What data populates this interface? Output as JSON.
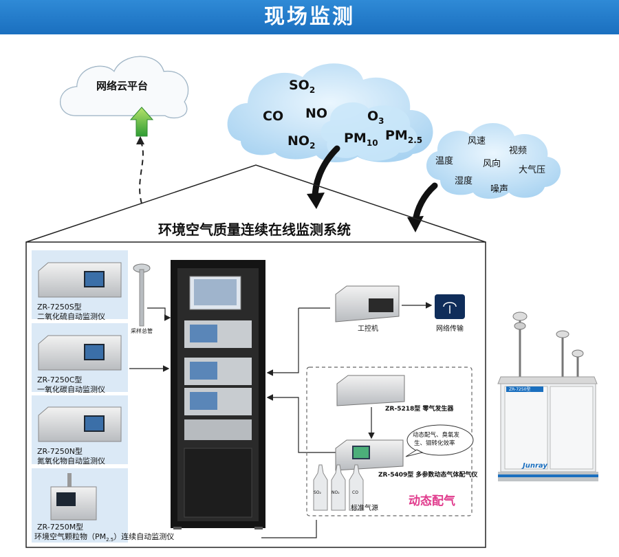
{
  "header": {
    "title": "现场监测"
  },
  "cloud_platform": {
    "label": "网络云平台"
  },
  "pollutant_cloud": {
    "so2": {
      "base": "SO",
      "sub": "2"
    },
    "co": {
      "base": "CO"
    },
    "no": {
      "base": "NO"
    },
    "o3": {
      "base": "O",
      "sub": "3"
    },
    "no2": {
      "base": "NO",
      "sub": "2"
    },
    "pm10": {
      "base": "PM",
      "sub": "10"
    },
    "pm25": {
      "base": "PM",
      "sub": "2.5"
    }
  },
  "weather_cloud": {
    "items": [
      "风速",
      "视频",
      "温度",
      "风向",
      "大气压",
      "湿度",
      "噪声"
    ]
  },
  "system_title": "环境空气质量连续在线监测系统",
  "analyzers": [
    {
      "model": "ZR-7250S型",
      "name": "二氧化硫自动监测仪"
    },
    {
      "model": "ZR-7250C型",
      "name": "一氧化碳自动监测仪"
    },
    {
      "model": "ZR-7250N型",
      "name": "氮氧化物自动监测仪"
    },
    {
      "model": "ZR-7250M型",
      "name_prefix": "环境空气颗粒物（PM",
      "name_sub": "2.5",
      "name_suffix": "）连续自动监测仪"
    }
  ],
  "sampling": {
    "label": "采样总管"
  },
  "ipc": {
    "label": "工控机"
  },
  "network": {
    "label": "网络传输"
  },
  "zero_gas": {
    "label": "ZR-5218型 零气发生器"
  },
  "calibrator": {
    "label": "ZR-5409型 多参数动态气体配气仪",
    "bubble": [
      "动态配气、臭氧发",
      "生、钼转化效率"
    ]
  },
  "std_gas": {
    "label": "标准气源",
    "bottles": [
      "SO₂",
      "NO₂",
      "CO"
    ]
  },
  "dynamic": {
    "label": "动态配气"
  },
  "station": {
    "brand": "Junray",
    "plate": "ZR-7250型"
  },
  "colors": {
    "banner": "#1a6fbf",
    "cloud": "#bfe0f7",
    "arrow_green": "#3cae3a",
    "accent_pink": "#e03a8c"
  }
}
